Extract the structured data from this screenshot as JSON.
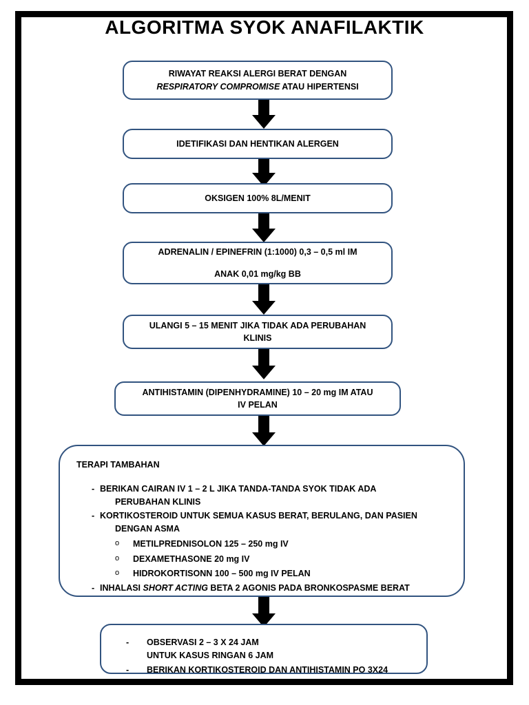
{
  "document": {
    "title": "ALGORITMA SYOK ANAFILAKTIK",
    "accent_border_color": "#31537f",
    "frame_color": "#000000",
    "arrow_color": "#000000",
    "background_color": "#ffffff"
  },
  "flow": {
    "step1": {
      "line1": "RIWAYAT REAKSI ALERGI BERAT DENGAN",
      "line2_italic": "RESPIRATORY COMPROMISE",
      "line2_rest": " ATAU HIPERTENSI"
    },
    "step2": {
      "line1": "IDETIFIKASI DAN HENTIKAN ALERGEN"
    },
    "step3": {
      "line1": "OKSIGEN 100% 8L/MENIT"
    },
    "step4": {
      "line1": "ADRENALIN / EPINEFRIN (1:1000) 0,3 – 0,5 ml IM",
      "line2": "ANAK 0,01 mg/kg BB"
    },
    "step5": {
      "line1": "ULANGI 5 – 15 MENIT JIKA TIDAK ADA PERUBAHAN",
      "line2": "KLINIS"
    },
    "step6": {
      "line1": "ANTIHISTAMIN (DIPENHYDRAMINE) 10 – 20 mg IM ATAU",
      "line2": "IV PELAN"
    }
  },
  "terapi": {
    "heading": "TERAPI TAMBAHAN",
    "bullet_marker": "-",
    "sub_marker": "o",
    "items": [
      {
        "marker": "-",
        "text": "BERIKAN CAIRAN IV 1 – 2 L JIKA TANDA-TANDA SYOK TIDAK ADA",
        "continuation": "PERUBAHAN KLINIS"
      },
      {
        "marker": "-",
        "text": "KORTIKOSTEROID UNTUK SEMUA KASUS BERAT, BERULANG, DAN PASIEN",
        "continuation": "DENGAN ASMA"
      }
    ],
    "sub_items": [
      {
        "marker": "o",
        "text": "METILPREDNISOLON 125 – 250 mg IV"
      },
      {
        "marker": "o",
        "text": "DEXAMETHASONE 20 mg IV"
      },
      {
        "marker": "o",
        "text": "HIDROKORTISONN 100 – 500 mg IV PELAN"
      }
    ],
    "last_item": {
      "marker": "-",
      "prefix": "INHALASI  ",
      "italic": "SHORT ACTING",
      "suffix": " BETA 2 AGONIS PADA BRONKOSPASME BERAT"
    }
  },
  "observasi": {
    "item1_marker": "-",
    "item1_text": "OBSERVASI 2 – 3 X 24 JAM",
    "item1_continuation": "UNTUK KASUS RINGAN 6 JAM",
    "item2_marker": "-",
    "item2_text": "BERIKAN KORTIKOSTEROID DAN ANTIHISTAMIN PO 3X24"
  }
}
